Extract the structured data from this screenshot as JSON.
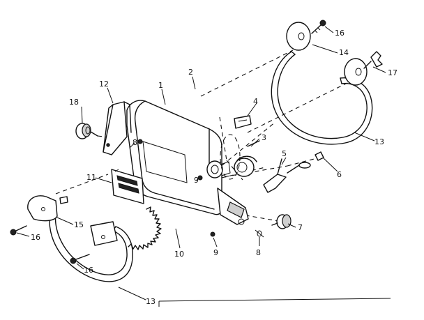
{
  "callouts": [
    {
      "id": "c1",
      "text": "1"
    },
    {
      "id": "c2",
      "text": "2"
    },
    {
      "id": "c3",
      "text": "3"
    },
    {
      "id": "c4",
      "text": "4"
    },
    {
      "id": "c5",
      "text": "5"
    },
    {
      "id": "c6",
      "text": "6"
    },
    {
      "id": "c7",
      "text": "7"
    },
    {
      "id": "c8",
      "text": "8"
    },
    {
      "id": "c8b",
      "text": "8"
    },
    {
      "id": "c9",
      "text": "9"
    },
    {
      "id": "c9b",
      "text": "9"
    },
    {
      "id": "c10",
      "text": "10"
    },
    {
      "id": "c11",
      "text": "11"
    },
    {
      "id": "c12",
      "text": "12"
    },
    {
      "id": "c13a",
      "text": "13"
    },
    {
      "id": "c13b",
      "text": "13"
    },
    {
      "id": "c14",
      "text": "14"
    },
    {
      "id": "c15",
      "text": "15"
    },
    {
      "id": "c16a",
      "text": "16"
    },
    {
      "id": "c16b",
      "text": "16"
    },
    {
      "id": "c16c",
      "text": "16"
    },
    {
      "id": "c17",
      "text": "17"
    },
    {
      "id": "c18",
      "text": "18"
    }
  ]
}
